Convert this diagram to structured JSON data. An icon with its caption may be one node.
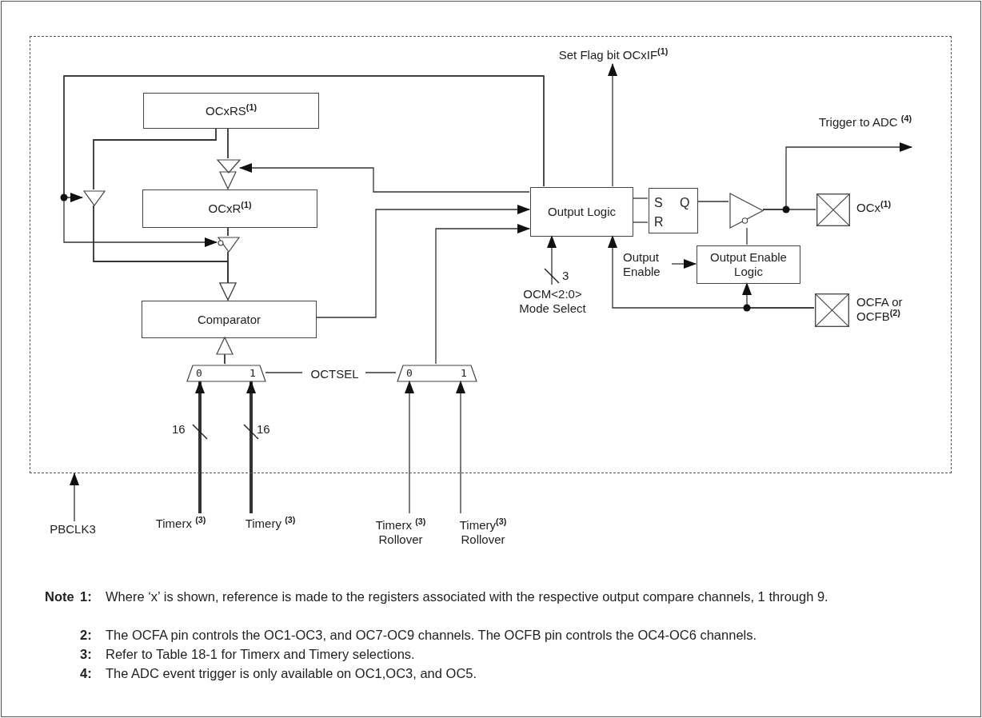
{
  "diagram": {
    "nodes": [
      {
        "text": [],
        "shape": "box"
      },
      {
        "text": [
          "OCxRS$^{(1)}$"
        ],
        "in": 0
      },
      {
        "text": [
          "OCxR$^{(1)}$"
        ],
        "in": 0
      },
      {
        "text": [
          "Comparator"
        ],
        "in": 0
      },
      {
        "text": [
          "0",
          "1"
        ],
        "in": 0
      },
      {
        "text": [
          "0",
          "1"
        ],
        "in": 0
      },
      {
        "text": [
          "OCTSEL"
        ],
        "in": 0
      },
      {
        "text": [
          "Output Logic"
        ],
        "in": 0
      },
      {
        "text": [
          "S",
          "Q",
          "R"
        ],
        "in": 0
      },
      {
        "text": [],
        "shape": "triangle",
        "in": 0
      },
      {
        "text": [
          "Output Enable Logic"
        ],
        "in": 0
      },
      {
        "text": [],
        "shape": "box",
        "beside": [
          "OCx$^{(1)}$"
        ],
        "in": 0
      },
      {
        "text": [],
        "shape": "box",
        "beside": [
          "OCFA or OCFB$^{(2)}$"
        ],
        "in": 0
      },
      {
        "text": [
          "Set Flag bit OCxIF$^{(1)}$"
        ],
        "in": 0
      },
      {
        "text": [
          "Output Enable"
        ],
        "in": 0
      },
      {
        "text": [
          "OCM<2:0> Mode Select"
        ],
        "in": 0
      },
      {
        "text": [
          "PBCLK3"
        ]
      },
      {
        "text": [
          "Timerx $^{(3)}$"
        ]
      },
      {
        "text": [
          "Timery $^{(3)}$"
        ]
      },
      {
        "text": [
          "Timerx $^{(3)}$ Rollover"
        ]
      },
      {
        "text": [
          "Timery$^{(3)}$ Rollover"
        ]
      },
      {
        "text": [],
        "shape": "triangle",
        "in": 0
      },
      {
        "text": [],
        "shape": "triangle",
        "in": 0
      },
      {
        "text": [],
        "shape": "triangle",
        "in": 0
      }
    ],
    "edges": [
      {
        "from": 7,
        "to": 21,
        "arrow": "to"
      },
      {
        "from": 7,
        "to": 23,
        "arrow": "to"
      },
      {
        "from": 7,
        "to": 22,
        "arrow": "to"
      },
      {
        "from": 1,
        "to": 22,
        "arrow": "none"
      },
      {
        "from": 22,
        "to": 2,
        "arrow": "to"
      },
      {
        "from": 1,
        "to": 21,
        "arrow": "none"
      },
      {
        "from": 21,
        "to": 3,
        "arrow": "to"
      },
      {
        "from": 2,
        "to": 23,
        "arrow": "none"
      },
      {
        "from": 23,
        "to": 3,
        "arrow": "to"
      },
      {
        "from": 3,
        "to": 7,
        "arrow": "to"
      },
      {
        "from": 4,
        "to": 3,
        "arrow": "to"
      },
      {
        "from": 6,
        "to": 4,
        "arrow": "none"
      },
      {
        "from": 6,
        "to": 5,
        "arrow": "none"
      },
      {
        "from": 5,
        "to": 7,
        "arrow": "to"
      },
      {
        "from": 17,
        "to": 4,
        "arrow": "to",
        "label": "16",
        "style": "thick"
      },
      {
        "from": 18,
        "to": 4,
        "arrow": "to",
        "label": "16",
        "style": "thick"
      },
      {
        "from": 19,
        "to": 5,
        "arrow": "to"
      },
      {
        "from": 20,
        "to": 5,
        "arrow": "to"
      },
      {
        "from": 16,
        "to": 0,
        "arrow": "to"
      },
      {
        "from": 7,
        "to": 13,
        "arrow": "to"
      },
      {
        "from": 7,
        "to": 8,
        "arrow": "none"
      },
      {
        "from": 7,
        "to": 8,
        "arrow": "none"
      },
      {
        "from": 8,
        "to": 9,
        "arrow": "none"
      },
      {
        "from": 9,
        "to": 11,
        "arrow": "none"
      },
      {
        "from": 9,
        "to": null,
        "arrow": "to"
      },
      {
        "from": 10,
        "to": 9,
        "arrow": "none"
      },
      {
        "from": 14,
        "to": 10,
        "arrow": "to"
      },
      {
        "from": 15,
        "to": 7,
        "arrow": "to",
        "label": "3"
      },
      {
        "from": 12,
        "to": 10,
        "arrow": "to"
      },
      {
        "from": 12,
        "to": 7,
        "arrow": "to"
      }
    ],
    "labels": [
      "Trigger to ADC $^{(4)}$",
      "Note",
      "1:",
      "Where ‘x’ is shown, reference is made to the registers associated with the respective output compare channels, 1 through 9.",
      "2:",
      "The OCFA pin controls the OC1-OC3, and OC7-OC9 channels. The OCFB pin controls the OC4-OC6 channels.",
      "3:",
      "Refer to Table 18-1 for Timerx and Timery selections.",
      "4:",
      "The ADC event trigger is only available on OC1,OC3, and OC5."
    ]
  }
}
